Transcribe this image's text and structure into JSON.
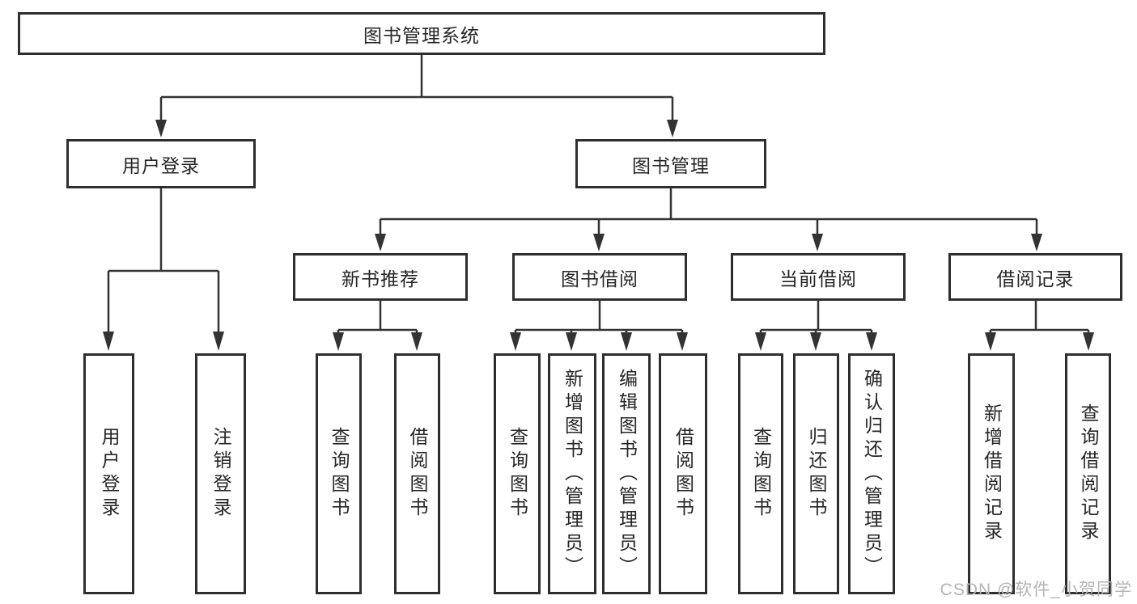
{
  "diagram": {
    "tree": {
      "label": "图书管理系统",
      "children": [
        {
          "label": "用户登录",
          "children": [
            {
              "label": "用户登录"
            },
            {
              "label": "注销登录"
            }
          ]
        },
        {
          "label": "图书管理",
          "children": [
            {
              "label": "新书推荐",
              "children": [
                {
                  "label": "查询图书"
                },
                {
                  "label": "借阅图书"
                }
              ]
            },
            {
              "label": "图书借阅",
              "children": [
                {
                  "label": "查询图书"
                },
                {
                  "label": "新增图书（管理员）"
                },
                {
                  "label": "编辑图书（管理员）"
                },
                {
                  "label": "借阅图书"
                }
              ]
            },
            {
              "label": "当前借阅",
              "children": [
                {
                  "label": "查询图书"
                },
                {
                  "label": "归还图书"
                },
                {
                  "label": "确认归还（管理员）"
                }
              ]
            },
            {
              "label": "借阅记录",
              "children": [
                {
                  "label": "新增借阅记录"
                },
                {
                  "label": "查询借阅记录"
                }
              ]
            }
          ]
        }
      ]
    },
    "colors": {
      "line": "#333333",
      "box_border": "#2e2e2e",
      "text": "#262626",
      "watermark_text": "#b5b5b5",
      "background": "#ffffff"
    }
  },
  "watermark": "CSDN @软件_小贺同学"
}
